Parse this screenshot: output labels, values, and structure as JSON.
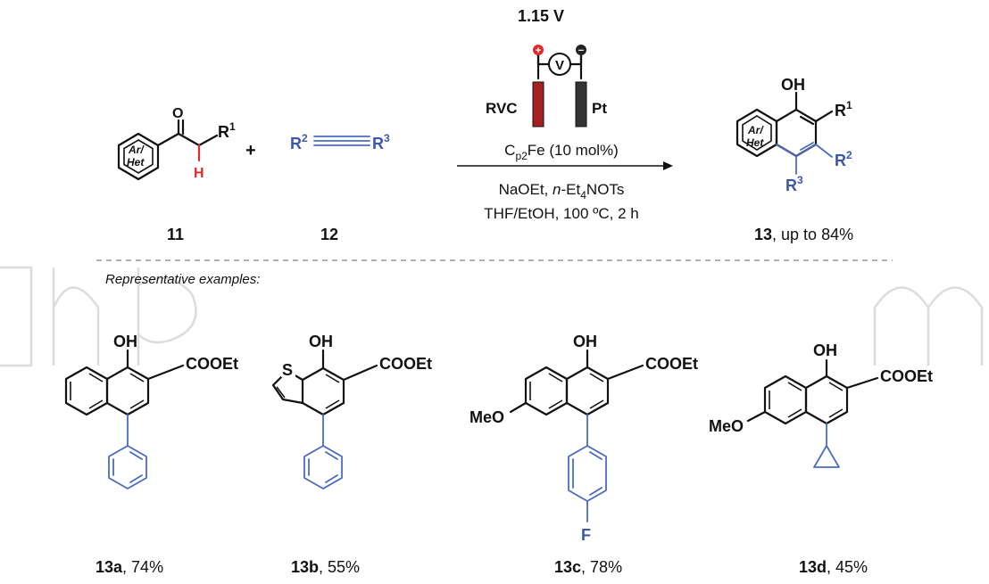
{
  "voltage": "1.15 V",
  "meter_symbol": "V",
  "anode_label": "RVC",
  "cathode_label": "Pt",
  "catalyst": {
    "main": "C",
    "sub": "p2",
    "rest": "Fe (10 mol%)"
  },
  "base_line": {
    "a": "NaOEt, ",
    "italic": "n",
    "b": "-Et",
    "sub": "4",
    "c": "NOTs"
  },
  "solvent_line": "THF/EtOH, 100 ºC, 2 h",
  "reactant1": {
    "label": "11",
    "ring": {
      "top": "Ar/",
      "bottom": "Het"
    },
    "o": "O",
    "h": "H",
    "r": "R",
    "r_sup": "1"
  },
  "plus": "+",
  "reactant2": {
    "label": "12",
    "left": "R",
    "left_sup": "2",
    "right": "R",
    "right_sup": "3"
  },
  "product": {
    "label_bold": "13",
    "label_rest": ", up to 84%",
    "oh": "OH",
    "r1": "R",
    "r1_sup": "1",
    "r2": "R",
    "r2_sup": "2",
    "r3": "R",
    "r3_sup": "3",
    "ring": {
      "top": "Ar/",
      "bottom": "Het"
    }
  },
  "examples_heading": "Representative examples:",
  "examples": [
    {
      "id": "13a",
      "yield": ", 74%",
      "oh": "OH",
      "ester": "COOEt"
    },
    {
      "id": "13b",
      "yield": ", 55%",
      "oh": "OH",
      "ester": "COOEt",
      "hetero": "S"
    },
    {
      "id": "13c",
      "yield": ", 78%",
      "oh": "OH",
      "ester": "COOEt",
      "meo": "MeO",
      "f": "F"
    },
    {
      "id": "13d",
      "yield": ", 45%",
      "oh": "OH",
      "ester": "COOEt",
      "meo": "MeO"
    }
  ]
}
